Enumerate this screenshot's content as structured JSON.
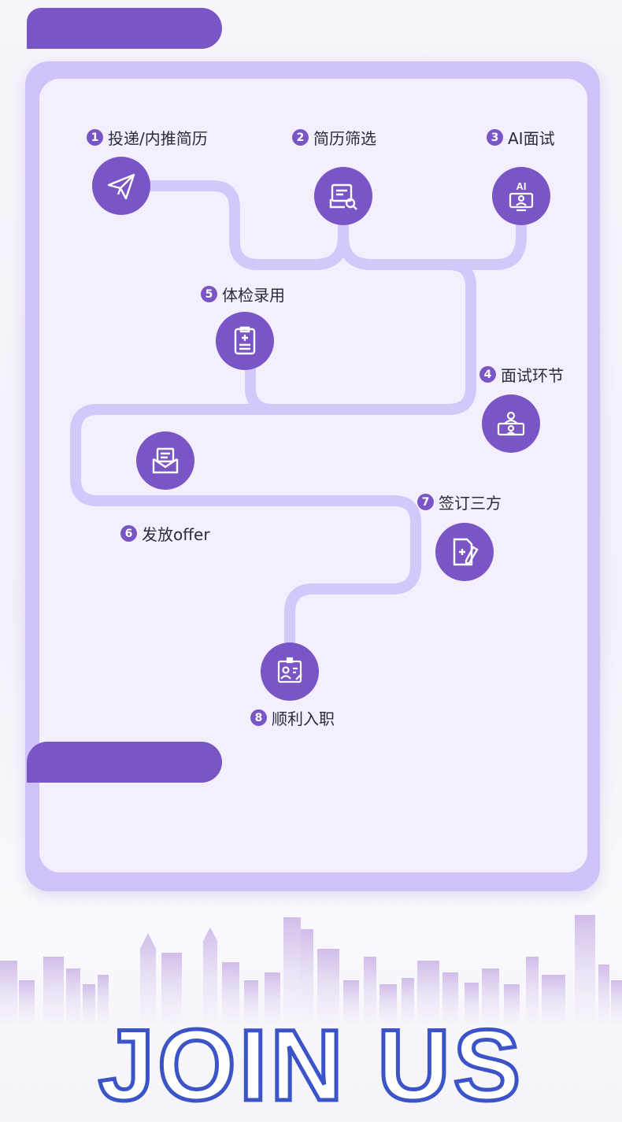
{
  "colors": {
    "accent": "#7a55c6",
    "card_border": "#cfc2f7",
    "route": "#d3c8fa",
    "join_stroke": "#3b55c9"
  },
  "steps": [
    {
      "num": "1",
      "label": "投递/内推简历",
      "icon": "paper-plane-icon"
    },
    {
      "num": "2",
      "label": "简历筛选",
      "icon": "resume-search-icon"
    },
    {
      "num": "3",
      "label": "AI面试",
      "icon": "ai-interview-icon"
    },
    {
      "num": "4",
      "label": "面试环节",
      "icon": "video-interview-icon"
    },
    {
      "num": "5",
      "label": "体检录用",
      "icon": "medical-clipboard-icon"
    },
    {
      "num": "6",
      "label": "发放offer",
      "icon": "offer-envelope-icon"
    },
    {
      "num": "7",
      "label": "签订三方",
      "icon": "sign-document-icon"
    },
    {
      "num": "8",
      "label": "顺利入职",
      "icon": "employee-badge-icon"
    }
  ],
  "footer": {
    "join_text": "JOIN US"
  }
}
